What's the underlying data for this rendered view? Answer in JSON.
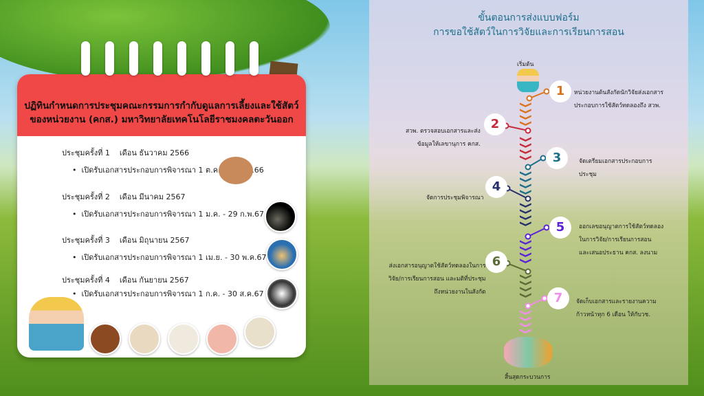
{
  "calendar": {
    "title_line1": "ปฏิทินกำหนดการประชุมคณะกรรมการกำกับดูแลการเลี้ยงและใช้สัตว์",
    "title_line2": "ของหน่วยงาน (คกส.) มหาวิทยาลัยเทคโนโลยีราชมงคลตะวันออก",
    "meetings": [
      {
        "meeting": "ประชุมครั้งที่ 1",
        "month": "เดือน ธันวาคม 2566",
        "detail": "เปิดรับเอกสารประกอบการพิจารณา 1 ต.ค. - 30 พ.ย.66"
      },
      {
        "meeting": "ประชุมครั้งที่ 2",
        "month": "เดือน มีนาคม 2567",
        "detail": "เปิดรับเอกสารประกอบการพิจารณา 1 ม.ค. - 29 ก.พ.67"
      },
      {
        "meeting": "ประชุมครั้งที่ 3",
        "month": "เดือน มิถุนายน 2567",
        "detail": "เปิดรับเอกสารประกอบการพิจารณา 1 เม.ย. - 30 พ.ค.67"
      },
      {
        "meeting": "ประชุมครั้งที่ 4",
        "month": "เดือน กันยายน 2567",
        "detail": "เปิดรับเอกสารประกอบการพิจารณา 1 ก.ค. - 30 ส.ค.67"
      }
    ]
  },
  "flow": {
    "title_line1": "ขั้นตอนการส่งแบบฟอร์ม",
    "title_line2": "การขอใช้สัตว์ในการวิจัยและการเรียนการสอน",
    "start": "เริ่มต้น",
    "end": "สิ้นสุดกระบวนการ",
    "steps": [
      {
        "num": "1",
        "color": "#d9731f",
        "lines": [
          "หน่วยงานต้นสังกัดนักวิจัยส่งเอกสาร",
          "ประกอบการใช้สัตว์ทดลองถึง สวพ."
        ]
      },
      {
        "num": "2",
        "color": "#c62b3b",
        "lines": [
          "สวพ. ตรวจสอบเอกสารและส่ง",
          "ข้อมูลให้เลขานุการ คกส."
        ]
      },
      {
        "num": "3",
        "color": "#1f6f8b",
        "lines": [
          "จัดเตรียมเอกสารประกอบการ",
          "ประชุม"
        ]
      },
      {
        "num": "4",
        "color": "#26316b",
        "lines": [
          "จัดการประชุมพิจารณา"
        ]
      },
      {
        "num": "5",
        "color": "#5b22d6",
        "lines": [
          "ออกเลขอนุญาตการใช้สัตว์ทดลอง",
          "ในการวิจัย/การเรียนการสอน",
          "และเสนอประธาน คกส. ลงนาม"
        ]
      },
      {
        "num": "6",
        "color": "#5a6b35",
        "lines": [
          "ส่งเอกสารอนุญาตใช้สัตว์ทดลองในการ",
          "วิจัย/การเรียนการสอน และมติที่ประชุม",
          "ถึงหน่วยงานในสังกัด"
        ]
      },
      {
        "num": "7",
        "color": "#f08ee8",
        "lines": [
          "จัดเก็บเอกสารและรายงานความ",
          "ก้าวหน้าทุก 6 เดือน ให้กับวช."
        ]
      }
    ]
  }
}
